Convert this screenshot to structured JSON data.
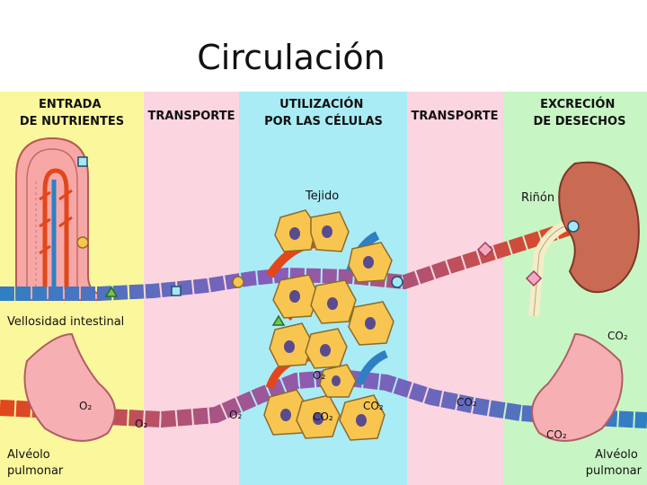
{
  "slide": {
    "title": "Circulación"
  },
  "columns": [
    {
      "header": [
        "ENTRADA",
        "DE NUTRIENTES"
      ],
      "color": "#fbf79c"
    },
    {
      "header": [
        "TRANSPORTE"
      ],
      "color": "#fbd5e0"
    },
    {
      "header": [
        "UTILIZACIÓN",
        "POR LAS CÉLULAS"
      ],
      "color": "#a9ecf6"
    },
    {
      "header": [
        "TRANSPORTE"
      ],
      "color": "#fbd5e0"
    },
    {
      "header": [
        "EXCRECIÓN",
        "DE DESECHOS"
      ],
      "color": "#c8f5c4"
    }
  ],
  "labels": {
    "tissue": "Tejido",
    "kidney": "Riñón",
    "villus": "Vellosidad intestinal",
    "alveolus_left": [
      "Alvéolo",
      "pulmonar"
    ],
    "alveolus_right": [
      "Alvéolo",
      "pulmonar"
    ]
  },
  "gases": {
    "o2_left": "O₂",
    "o2_vessel": "O₂",
    "o2_transport": "O₂",
    "o2_tissue": "O₂",
    "co2_tissue": "CO₂",
    "co2_out": "CO₂",
    "co2_transport": "CO₂",
    "co2_kidney": "CO₂",
    "co2_right": "CO₂"
  },
  "colors": {
    "artery": "#e2471c",
    "vein": "#2f7fc4",
    "cell": "#f8c650",
    "nucleus": "#5a4b8f",
    "lung": "#f6b0b4",
    "kidney": "#c96a52"
  }
}
